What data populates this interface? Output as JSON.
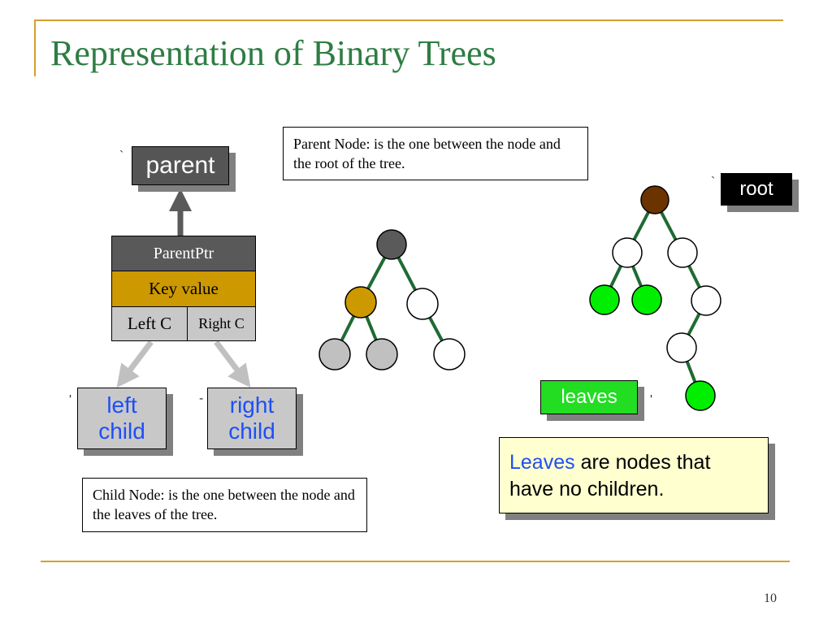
{
  "title": "Representation of Binary Trees",
  "labels": {
    "parent": "parent",
    "root": "root",
    "left_child": [
      "left",
      "child"
    ],
    "right_child": [
      "right",
      "child"
    ],
    "leaves": "leaves"
  },
  "node_struct": {
    "parent_ptr": "ParentPtr",
    "key_value": "Key value",
    "left": "Left C",
    "right": "Right C"
  },
  "definitions": {
    "parent": "Parent Node: is the one between the node and the root of the tree.",
    "child": "Child Node: is the one between the node and the leaves of the tree.",
    "leaves_keyword": "Leaves",
    "leaves_rest": " are nodes that have no children."
  },
  "page_number": "10",
  "colors": {
    "accent": "#d4a02a",
    "title": "#2e7d43",
    "edge": "#1f6b33",
    "highlight_blue": "#1e4ff5",
    "leaf_green": "#22dd22",
    "root_brown": "#6b3300",
    "parent_gray": "#5a5a5a",
    "key_gold": "#cc9900"
  }
}
